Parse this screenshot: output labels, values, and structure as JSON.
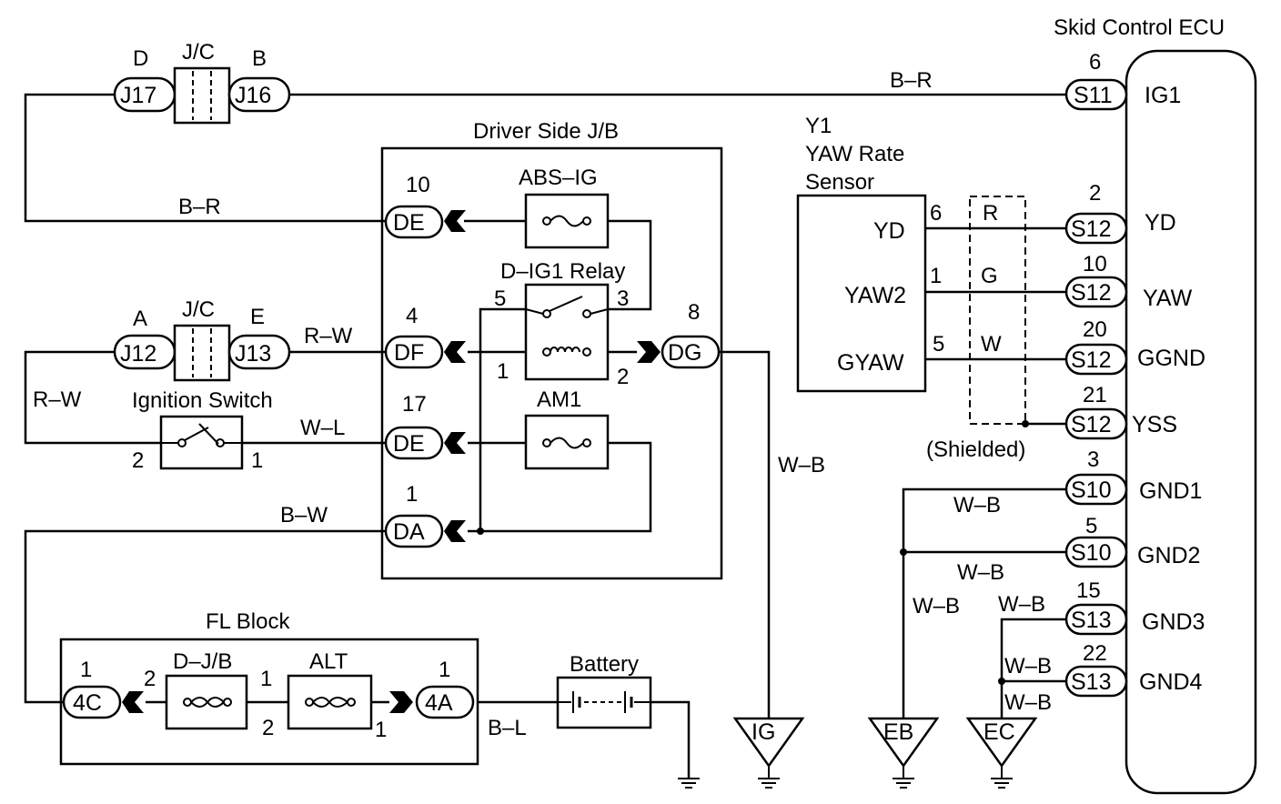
{
  "ecu": {
    "title": "Skid Control ECU",
    "pins": [
      {
        "num": "6",
        "conn": "S11",
        "name": "IG1"
      },
      {
        "num": "2",
        "conn": "S12",
        "name": "YD"
      },
      {
        "num": "10",
        "conn": "S12",
        "name": "YAW"
      },
      {
        "num": "20",
        "conn": "S12",
        "name": "GGND"
      },
      {
        "num": "21",
        "conn": "S12",
        "name": "YSS"
      },
      {
        "num": "3",
        "conn": "S10",
        "name": "GND1"
      },
      {
        "num": "5",
        "conn": "S10",
        "name": "GND2"
      },
      {
        "num": "15",
        "conn": "S13",
        "name": "GND3"
      },
      {
        "num": "22",
        "conn": "S13",
        "name": "GND4"
      }
    ]
  },
  "jc_top": {
    "title": "J/C",
    "left_letter": "D",
    "left_conn": "J17",
    "right_letter": "B",
    "right_conn": "J16"
  },
  "jc_mid": {
    "title": "J/C",
    "left_letter": "A",
    "left_conn": "J12",
    "right_letter": "E",
    "right_conn": "J13"
  },
  "jb": {
    "title": "Driver Side J/B",
    "fuse1": "ABS–IG",
    "relay": "D–IG1 Relay",
    "fuse2": "AM1",
    "connectors": [
      {
        "num": "10",
        "name": "DE"
      },
      {
        "num": "4",
        "name": "DF"
      },
      {
        "num": "17",
        "name": "DE"
      },
      {
        "num": "1",
        "name": "DA"
      },
      {
        "num": "8",
        "name": "DG"
      }
    ],
    "relay_pins": {
      "p5": "5",
      "p3": "3",
      "p1": "1",
      "p2": "2"
    }
  },
  "sensor": {
    "line1": "Y1",
    "line2": "YAW Rate",
    "line3": "Sensor",
    "pins": [
      {
        "name": "YD",
        "num": "6",
        "color": "R"
      },
      {
        "name": "YAW2",
        "num": "1",
        "color": "G"
      },
      {
        "name": "GYAW",
        "num": "5",
        "color": "W"
      }
    ],
    "shield_label": "(Shielded)"
  },
  "ignition": {
    "title": "Ignition Switch",
    "pin_left": "2",
    "pin_right": "1"
  },
  "fl_block": {
    "title": "FL Block",
    "djb": "D–J/B",
    "alt": "ALT",
    "left_conn": "4C",
    "left_conn_num": "1",
    "right_conn": "4A",
    "right_conn_num": "1",
    "djb_pin_left": "2",
    "djb_pin_right": "1",
    "alt_pin_left": "2",
    "alt_pin_right": "1"
  },
  "battery": {
    "title": "Battery"
  },
  "wires": {
    "top_br": "B–R",
    "mid_br": "B–R",
    "rw_jc": "R–W",
    "rw_left": "R–W",
    "wl": "W–L",
    "bw": "B–W",
    "wb_ig": "W–B",
    "bl": "B–L",
    "wb_gnd1": "W–B",
    "wb_gnd2": "W–B",
    "wb_eb": "W–B",
    "wb_gnd3": "W–B",
    "wb_gnd4": "W–B",
    "wb_ec": "W–B"
  },
  "grounds": [
    {
      "label": "IG"
    },
    {
      "label": "EB"
    },
    {
      "label": "EC"
    }
  ]
}
